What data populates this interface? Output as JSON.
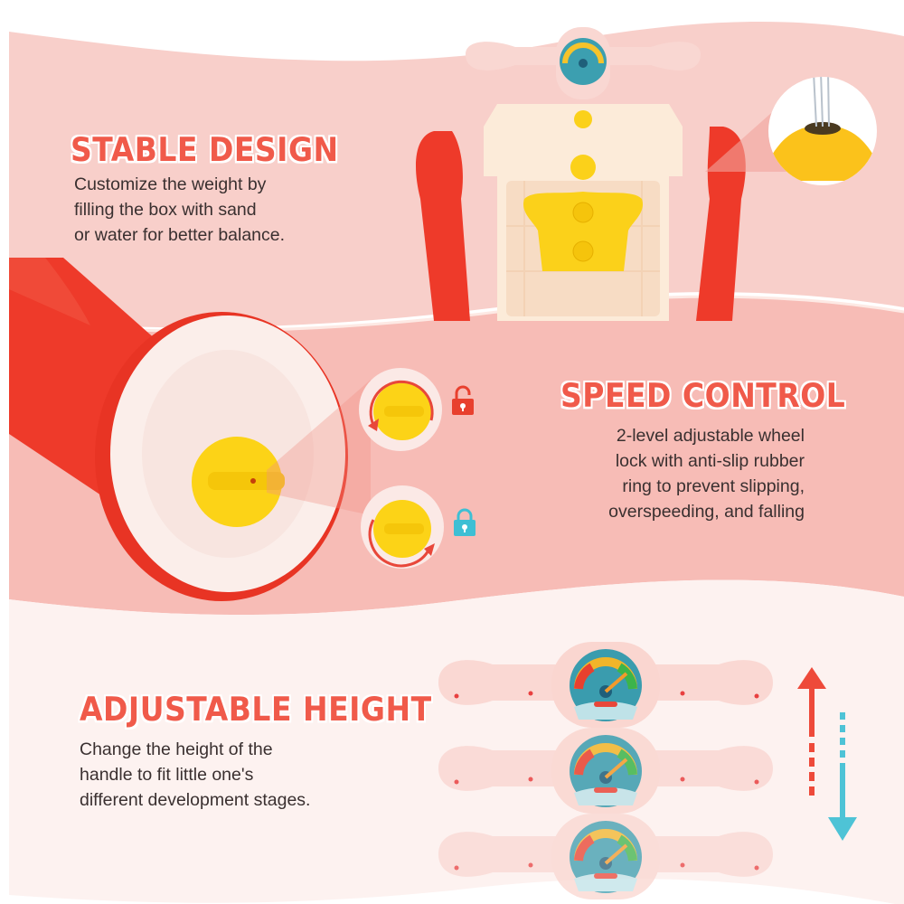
{
  "sections": [
    {
      "id": "stable-design",
      "heading": "Stable Design",
      "lines": [
        "Customize the weight by",
        "filling the box with sand",
        "or water for better balance."
      ]
    },
    {
      "id": "speed-control",
      "heading": "Speed Control",
      "lines": [
        "2-level adjustable wheel",
        "lock with anti-slip rubber",
        "ring to prevent slipping,",
        "overspeeding, and falling"
      ]
    },
    {
      "id": "adjustable-height",
      "heading": "Adjustable Height",
      "lines": [
        "Change the height of the",
        "handle to fit little one's",
        "different development stages."
      ]
    }
  ],
  "icons": {
    "unlock": "unlock-icon",
    "lock": "lock-icon",
    "arrow_up": "arrow-up-icon",
    "arrow_down": "arrow-down-icon"
  },
  "colors": {
    "band_top": "#f8cfca",
    "band_middle": "#f7bcb6",
    "band_bottom": "#fdf2f0",
    "heading": "#f05a4a",
    "body_text": "#3a3030",
    "unlock_red": "#e8402e",
    "lock_blue": "#3ebfd4",
    "walker_red": "#ee3a2a",
    "knob_yellow": "#fbd11a"
  }
}
